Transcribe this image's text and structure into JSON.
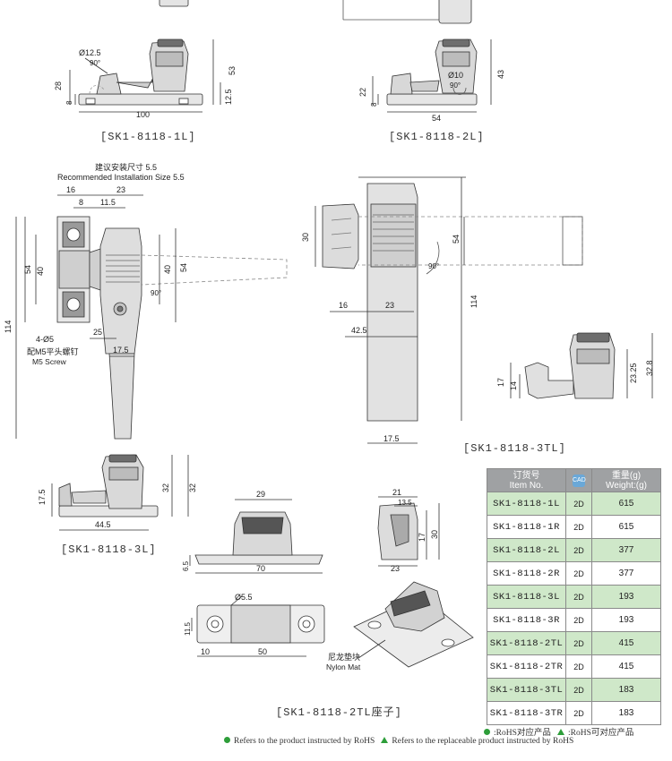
{
  "drawings": {
    "d1": {
      "caption": "[SK1-8118-1L]",
      "dims": [
        "Ø12.5",
        "90°",
        "28",
        "8",
        "100",
        "12.5",
        "53"
      ]
    },
    "d2": {
      "caption": "[SK1-8118-2L]",
      "dims": [
        "Ø10",
        "90°",
        "22",
        "8",
        "54",
        "43"
      ]
    },
    "d3": {
      "caption": "[SK1-8118-3L]",
      "dims": [
        "17.5",
        "32",
        "32",
        "44.5"
      ],
      "install_cn": "建议安装尺寸 5.5",
      "install_en": "Recommended Installation Size 5.5",
      "top_dims": [
        "16",
        "23",
        "8",
        "11.5",
        "54",
        "40",
        "40",
        "54",
        "114",
        "90°",
        "25",
        "17.5",
        "4-Ø5"
      ],
      "screw_cn": "配M5平头螺钉",
      "screw_en": "M5 Screw"
    },
    "d4": {
      "caption": "[SK1-8118-3TL]",
      "dims": [
        "30",
        "54",
        "90°",
        "16",
        "23",
        "114",
        "42.5",
        "17.5",
        "17",
        "14",
        "23.25",
        "32.8"
      ]
    },
    "d5": {
      "caption": "[SK1-8118-2TL座子]",
      "dims": [
        "29",
        "6.5",
        "70",
        "21",
        "13.5",
        "17",
        "30",
        "23",
        "Ø5.5",
        "11.5",
        "10",
        "50"
      ],
      "nylon_cn": "尼龙垫块",
      "nylon_en": "Nylon Mat"
    }
  },
  "table": {
    "headers": {
      "item_cn": "订货号",
      "item_en": "Item No.",
      "cad": "CAD",
      "weight_cn": "重量(g)",
      "weight_en": "Weight:(g)"
    },
    "rows": [
      {
        "item": "SK1-8118-1L",
        "cad": "2D",
        "weight": "615"
      },
      {
        "item": "SK1-8118-1R",
        "cad": "2D",
        "weight": "615"
      },
      {
        "item": "SK1-8118-2L",
        "cad": "2D",
        "weight": "377"
      },
      {
        "item": "SK1-8118-2R",
        "cad": "2D",
        "weight": "377"
      },
      {
        "item": "SK1-8118-3L",
        "cad": "2D",
        "weight": "193"
      },
      {
        "item": "SK1-8118-3R",
        "cad": "2D",
        "weight": "193"
      },
      {
        "item": "SK1-8118-2TL",
        "cad": "2D",
        "weight": "415"
      },
      {
        "item": "SK1-8118-2TR",
        "cad": "2D",
        "weight": "415"
      },
      {
        "item": "SK1-8118-3TL",
        "cad": "2D",
        "weight": "183"
      },
      {
        "item": "SK1-8118-3TR",
        "cad": "2D",
        "weight": "183"
      }
    ]
  },
  "legend": {
    "rohs_cn": ":RoHS对应产品",
    "rohs_alt_cn": ":RoHS可对应产品",
    "rohs_en": "Refers to the product instructed by RoHS",
    "rohs_alt_en": "Refers to the replaceable product instructed by RoHS",
    "dot_color": "#2e9e3a"
  }
}
